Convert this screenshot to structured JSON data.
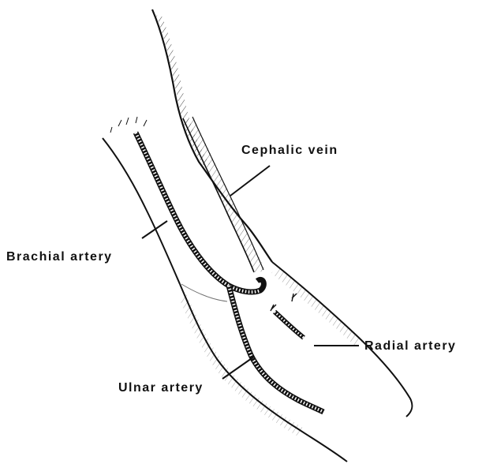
{
  "labels": {
    "cephalic_vein": "Cephalic vein",
    "brachial_artery": "Brachial artery",
    "radial_artery": "Radial artery",
    "ulnar_artery": "Ulnar artery"
  },
  "colors": {
    "ink": "#111111",
    "background": "#ffffff"
  }
}
